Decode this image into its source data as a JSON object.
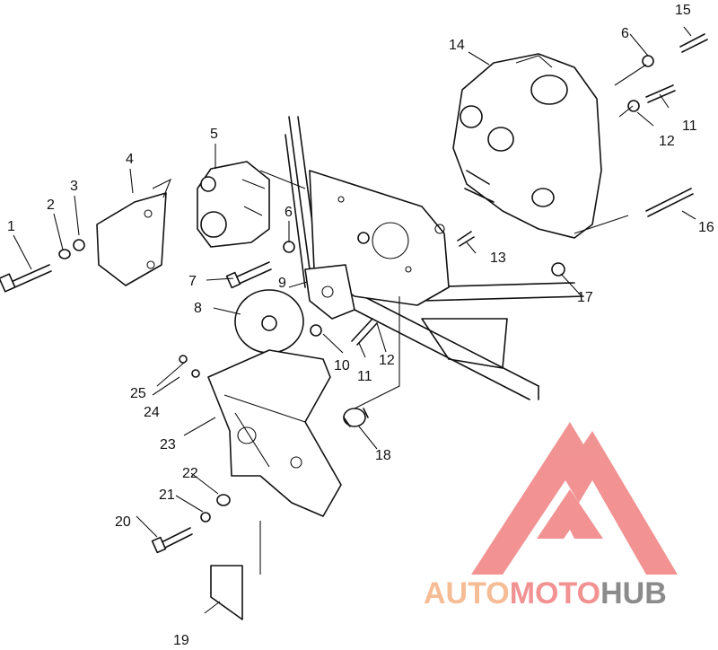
{
  "diagram": {
    "callouts": [
      "1",
      "2",
      "3",
      "4",
      "5",
      "6",
      "7",
      "8",
      "9",
      "10",
      "11",
      "12",
      "13",
      "14",
      "15",
      "6",
      "11",
      "12",
      "16",
      "17",
      "18",
      "19",
      "20",
      "21",
      "22",
      "23",
      "24",
      "25"
    ]
  },
  "watermark": {
    "part1": "AUTO",
    "part2": "MOTO",
    "part3": "HUB",
    "colors": {
      "orange": "#f4b183",
      "red": "#f08080",
      "grey": "#777777"
    }
  }
}
